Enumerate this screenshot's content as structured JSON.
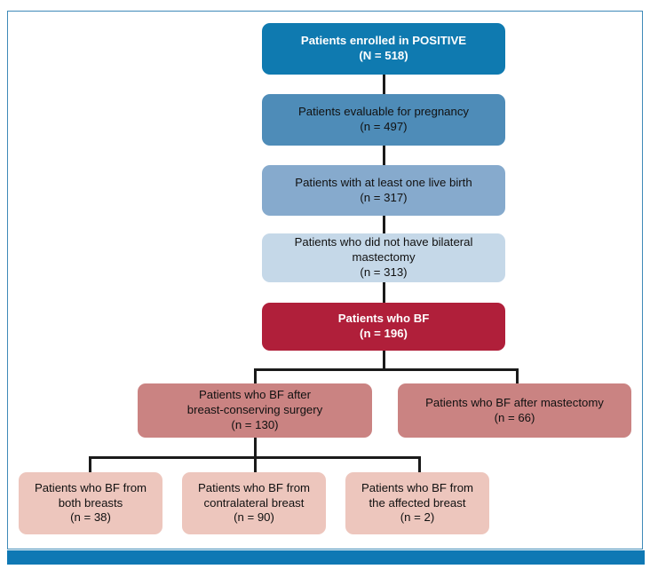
{
  "figure": {
    "type": "flow-diagram",
    "title": "POSITIVE trial breastfeeding CONSORT-style flow diagram",
    "frame_border_color": "#3e8ab8",
    "bottom_bar_color": "#0f78b4",
    "connector_color": "#1a1a1a",
    "background": "#ffffff"
  },
  "nodes": [
    {
      "id": "enrolled",
      "line1": "Patients enrolled in POSITIVE",
      "line2": "(N = 518)",
      "text": "Patients enrolled in POSITIVE\n(N = 518)",
      "count_label": "N = 518",
      "count": 518,
      "fill": "#0f7ab0",
      "text_color": "#ffffff",
      "bold": true,
      "tier": 1
    },
    {
      "id": "evaluable",
      "line1": "Patients evaluable for pregnancy",
      "line2": "(n = 497)",
      "text": "Patients evaluable for pregnancy\n(n = 497)",
      "count_label": "n = 497",
      "count": 497,
      "fill": "#4e8cb8",
      "text_color": "#111111",
      "bold": false,
      "tier": 2
    },
    {
      "id": "live-birth",
      "line1": "Patients with at least one live birth",
      "line2": "(n = 317)",
      "text": "Patients with at least one live birth\n(n = 317)",
      "count_label": "n = 317",
      "count": 317,
      "fill": "#86aacd",
      "text_color": "#111111",
      "bold": false,
      "tier": 3
    },
    {
      "id": "no-bilateral-mastectomy",
      "line1": "Patients who did not have bilateral",
      "line2": "mastectomy",
      "line3": "(n = 313)",
      "text": "Patients who did not have bilateral\nmastectomy\n(n = 313)",
      "count_label": "n = 313",
      "count": 313,
      "fill": "#c5d8e8",
      "text_color": "#111111",
      "bold": false,
      "tier": 4
    },
    {
      "id": "patients-who-bf",
      "line1": "Patients who BF",
      "line2": "(n = 196)",
      "text": "Patients who BF\n(n = 196)",
      "count_label": "n = 196",
      "count": 196,
      "fill": "#b01f3a",
      "text_color": "#ffffff",
      "bold": true,
      "tier": 5
    },
    {
      "id": "bf-after-bcs",
      "line1": "Patients who BF after",
      "line2": "breast-conserving surgery",
      "line3": "(n = 130)",
      "text": "Patients who BF after\nbreast-conserving surgery\n(n = 130)",
      "count_label": "n = 130",
      "count": 130,
      "fill": "#ca8382",
      "text_color": "#111111",
      "bold": false,
      "tier": 6
    },
    {
      "id": "bf-after-mastectomy",
      "line1": "Patients who BF after mastectomy",
      "line2": "(n = 66)",
      "text": "Patients who BF after mastectomy\n(n = 66)",
      "count_label": "n = 66",
      "count": 66,
      "fill": "#ca8382",
      "text_color": "#111111",
      "bold": false,
      "tier": 6
    },
    {
      "id": "bf-both-breasts",
      "line1": "Patients who BF from",
      "line2": "both breasts",
      "line3": "(n = 38)",
      "text": "Patients who BF from\nboth breasts\n(n = 38)",
      "count_label": "n = 38",
      "count": 38,
      "fill": "#edc6bd",
      "text_color": "#111111",
      "bold": false,
      "tier": 7
    },
    {
      "id": "bf-contralateral-breast",
      "line1": "Patients who BF from",
      "line2": "contralateral breast",
      "line3": "(n = 90)",
      "text": "Patients who BF from\ncontralateral breast\n(n = 90)",
      "count_label": "n = 90",
      "count": 90,
      "fill": "#edc6bd",
      "text_color": "#111111",
      "bold": false,
      "tier": 7
    },
    {
      "id": "bf-affected-breast",
      "line1": "Patients who BF from",
      "line2": "the affected breast",
      "line3": "(n = 2)",
      "text": "Patients who BF from\nthe affected breast\n(n = 2)",
      "count_label": "n = 2",
      "count": 2,
      "fill": "#edc6bd",
      "text_color": "#111111",
      "bold": false,
      "tier": 7
    }
  ],
  "edges": [
    {
      "from": "enrolled",
      "to": "evaluable"
    },
    {
      "from": "evaluable",
      "to": "live-birth"
    },
    {
      "from": "live-birth",
      "to": "no-bilateral-mastectomy"
    },
    {
      "from": "no-bilateral-mastectomy",
      "to": "patients-who-bf"
    },
    {
      "from": "patients-who-bf",
      "to": "bf-after-bcs"
    },
    {
      "from": "patients-who-bf",
      "to": "bf-after-mastectomy"
    },
    {
      "from": "bf-after-bcs",
      "to": "bf-both-breasts"
    },
    {
      "from": "bf-after-bcs",
      "to": "bf-contralateral-breast"
    },
    {
      "from": "bf-after-bcs",
      "to": "bf-affected-breast"
    }
  ]
}
